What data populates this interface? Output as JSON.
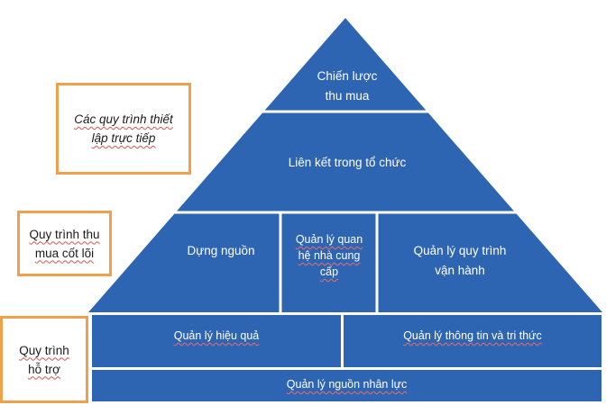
{
  "left_labels": [
    {
      "id": "direct",
      "text": "Các quy trình thiết\nlập trực tiếp",
      "italic": true
    },
    {
      "id": "core",
      "text": "Quy trình thu\nmua cốt lõi",
      "italic": false
    },
    {
      "id": "support",
      "text": "Quy trình\nhỗ trợ",
      "italic": false
    }
  ],
  "pyramid": {
    "fill_color": "#2e65b3",
    "separator_color": "#ffffff",
    "label_color": "#ffffff",
    "levels": {
      "strategy": "Chiến lược\nthu mua",
      "integration": "Liên kết trong tổ chức",
      "sourcing": "Dựng nguồn",
      "supplier_relations": "Quản lý quan\nhệ nhà cung\ncấp",
      "operations": "Quản lý quy trình\nvận   hành",
      "performance": "Quản lý hiệu quả",
      "information": "Quản lý thông tin và tri thức",
      "human_resources": "Quản lý nguồn nhân lực"
    }
  },
  "box_color": "#f0a04a"
}
